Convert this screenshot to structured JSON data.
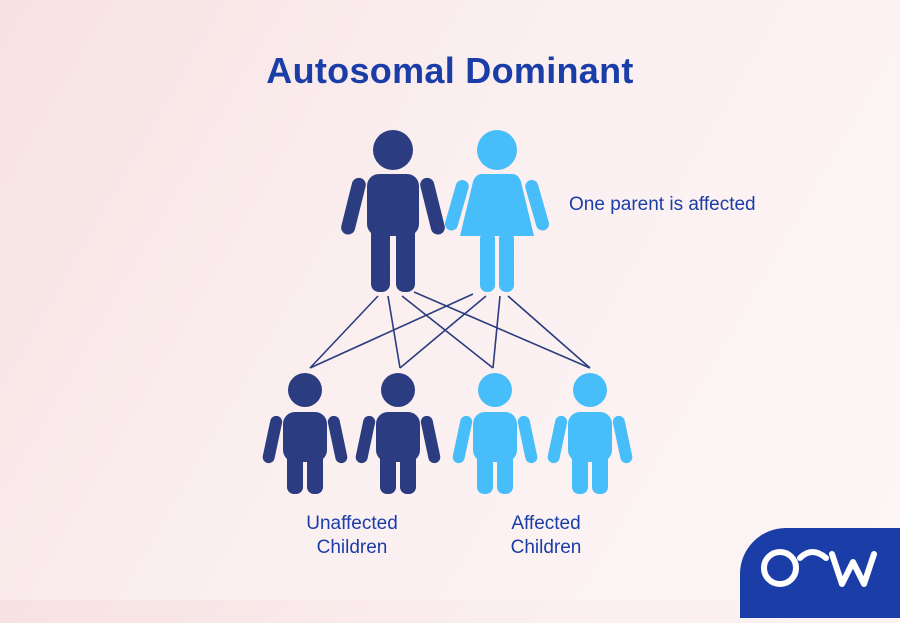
{
  "title": "Autosomal Dominant",
  "parents_note": "One parent is affected",
  "unaffected_label": {
    "line1": "Unaffected",
    "line2": "Children"
  },
  "affected_label": {
    "line1": "Affected",
    "line2": "Children"
  },
  "colors": {
    "title": "#1a3da8",
    "unaffected_figure": "#2b3d80",
    "affected_figure": "#47bdf9",
    "lines": "#2b3d80",
    "logo_bg": "#1a3da8"
  },
  "logo_icon": "ow-logo"
}
